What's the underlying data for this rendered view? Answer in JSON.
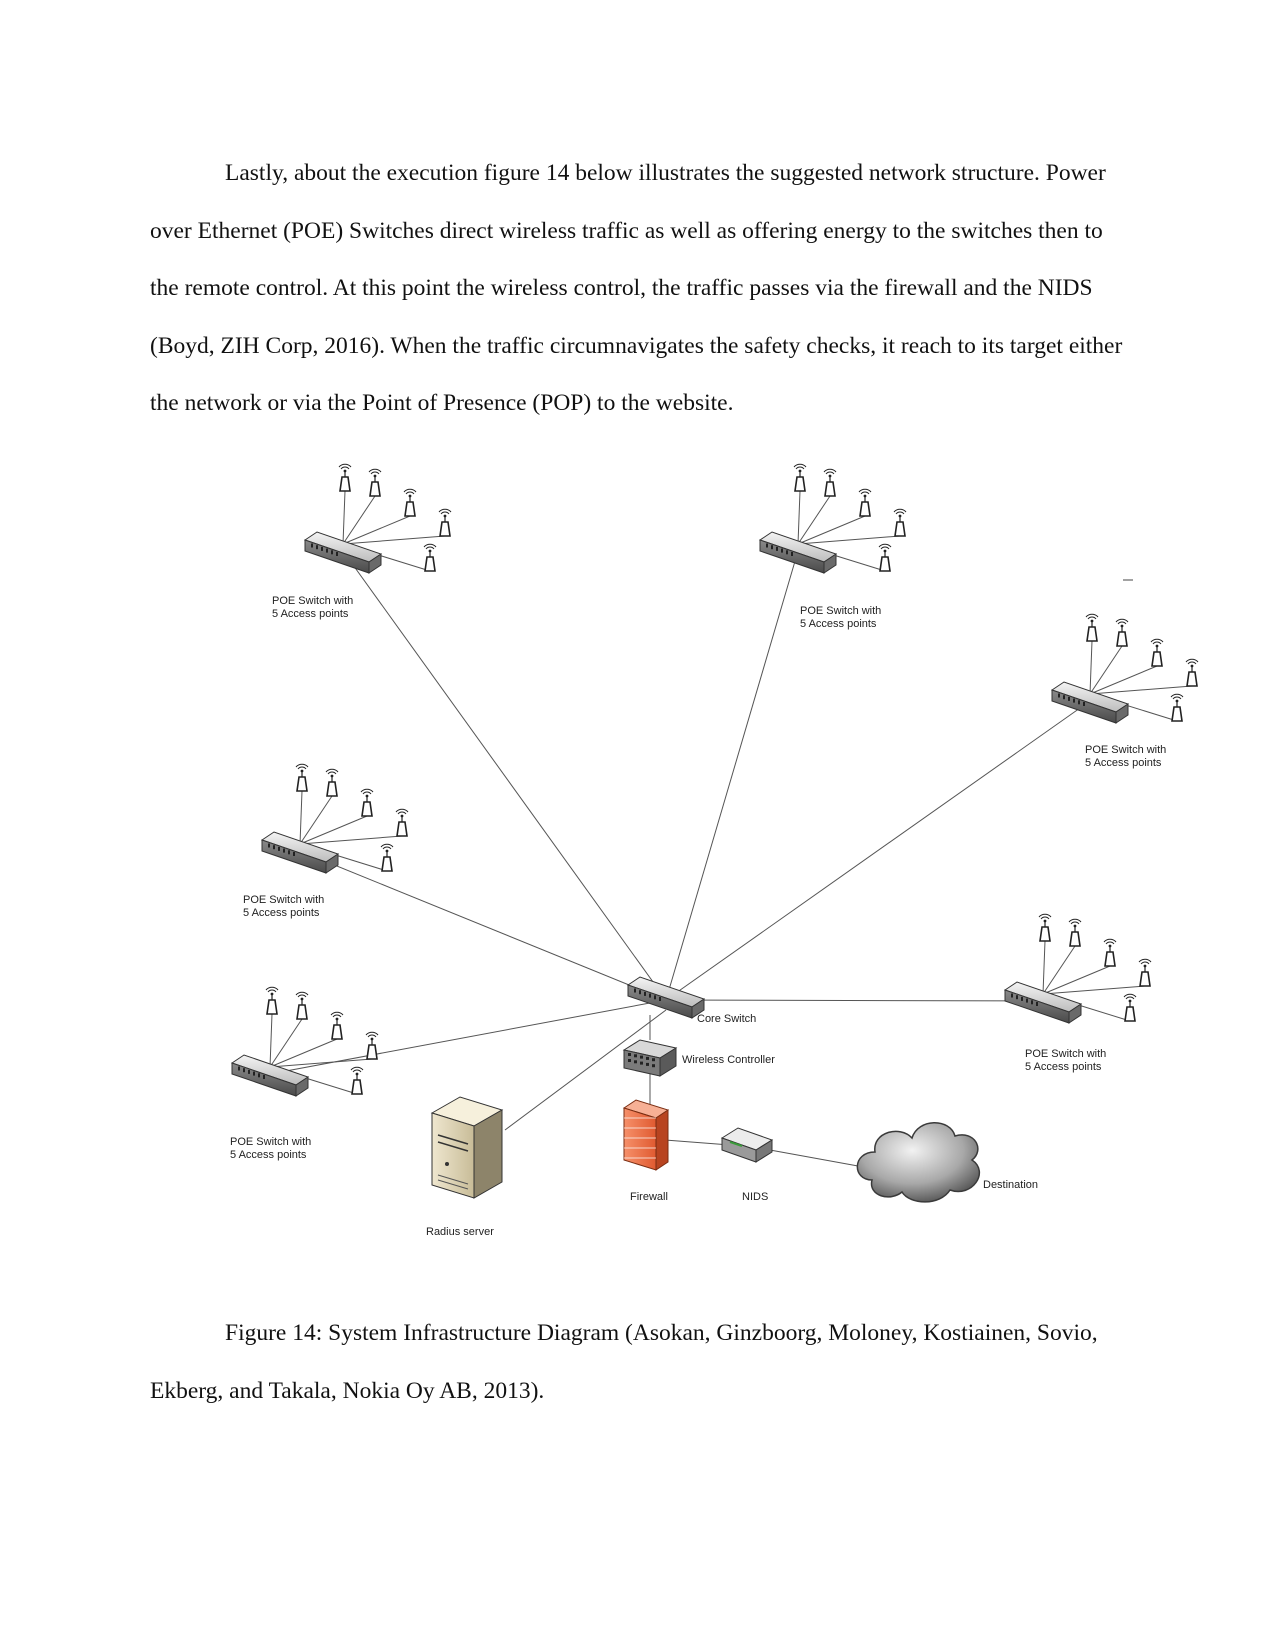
{
  "body_text": "Lastly, about the execution figure 14 below illustrates the suggested network structure. Power over Ethernet (POE) Switches direct wireless traffic as well as offering energy to the switches then to the remote control. At this point the wireless control, the traffic passes via the firewall and the NIDS (Boyd, ZIH Corp, 2016). When the traffic circumnavigates the safety checks, it reach to its target either the network or via the Point of Presence (POP) to the website.",
  "caption": "Figure 14: System Infrastructure Diagram (Asokan, Ginzboorg, Moloney, Kostiainen, Sovio, Ekberg, and Takala, Nokia Oy AB, 2013).",
  "diagram": {
    "poe_label_line1": "POE Switch with",
    "poe_label_line2": "5 Access points",
    "core_switch": "Core Switch",
    "wireless_controller": "Wireless Controller",
    "firewall": "Firewall",
    "nids": "NIDS",
    "destination": "Destination",
    "radius_server": "Radius server",
    "poe_switch_count": 6,
    "access_points_per_switch": 5
  }
}
